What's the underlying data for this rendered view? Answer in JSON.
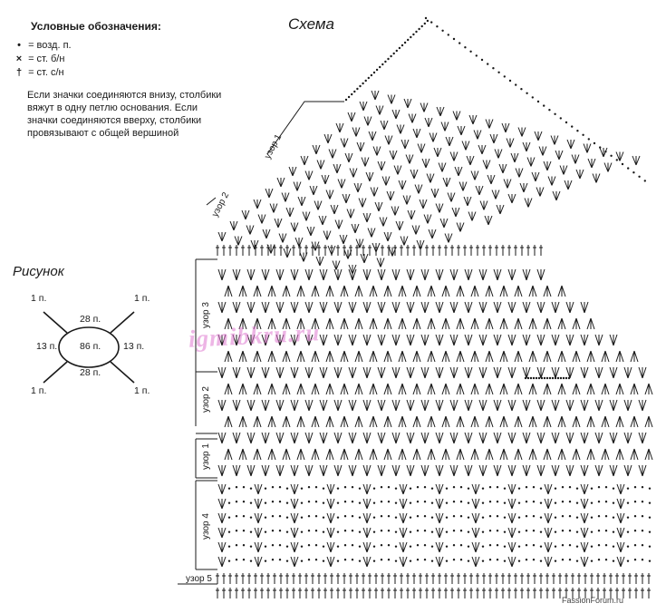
{
  "legend": {
    "title": "Условные обозначения:",
    "items": [
      {
        "symbol": "•",
        "text": "= возд. п."
      },
      {
        "symbol": "×",
        "text": "= ст. б/н"
      },
      {
        "symbol": "†",
        "text": "= ст. с/н"
      }
    ],
    "note": "Если значки соединяются внизу, столбики вяжут в одну петлю основания. Если значки соединяются вверху, столбики провязывают с общей вершиной"
  },
  "figure": {
    "title": "Рисунок",
    "center": "86 п.",
    "top": "28 п.",
    "bottom": "28 п.",
    "left": "13 п.",
    "right": "13 п.",
    "corner": "1 п."
  },
  "scheme": {
    "title": "Схема",
    "labels": {
      "uzor1_top": "узор 1",
      "uzor2_top": "узор 2",
      "uzor3": "узор 3",
      "uzor2": "узор 2",
      "uzor1": "узор 1",
      "uzor4": "узор 4",
      "uzor5": "узор 5"
    }
  },
  "watermark": "igmibkru.ru",
  "footer": "FassionForum.ru",
  "colors": {
    "ink": "#1a1a1a",
    "watermark": "#e07ad0"
  }
}
